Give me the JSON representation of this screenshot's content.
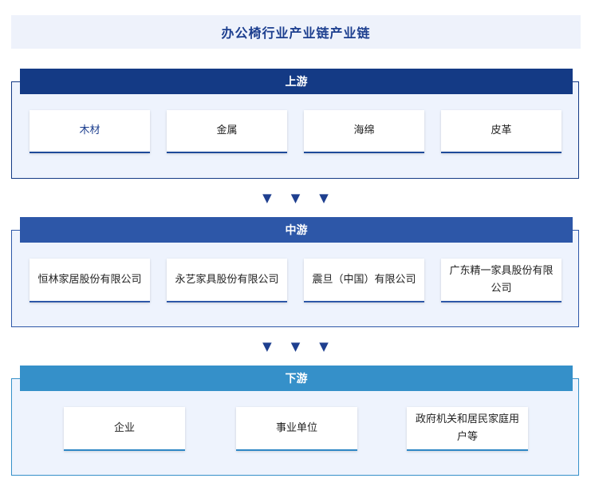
{
  "title": "办公椅行业产业链产业链",
  "colors": {
    "upstream": "#143a85",
    "midstream": "#2d57a8",
    "downstream": "#3590c9",
    "arrow": "#1e3f8f"
  },
  "upstream": {
    "label": "上游",
    "items": [
      "木材",
      "金属",
      "海绵",
      "皮革"
    ]
  },
  "midstream": {
    "label": "中游",
    "items": [
      "恒林家居股份有限公司",
      "永艺家具股份有限公司",
      "震旦（中国）有限公司",
      "广东精一家具股份有限公司"
    ]
  },
  "downstream": {
    "label": "下游",
    "items": [
      "企业",
      "事业单位",
      "政府机关和居民家庭用户等"
    ]
  },
  "arrow_glyph": "▼"
}
